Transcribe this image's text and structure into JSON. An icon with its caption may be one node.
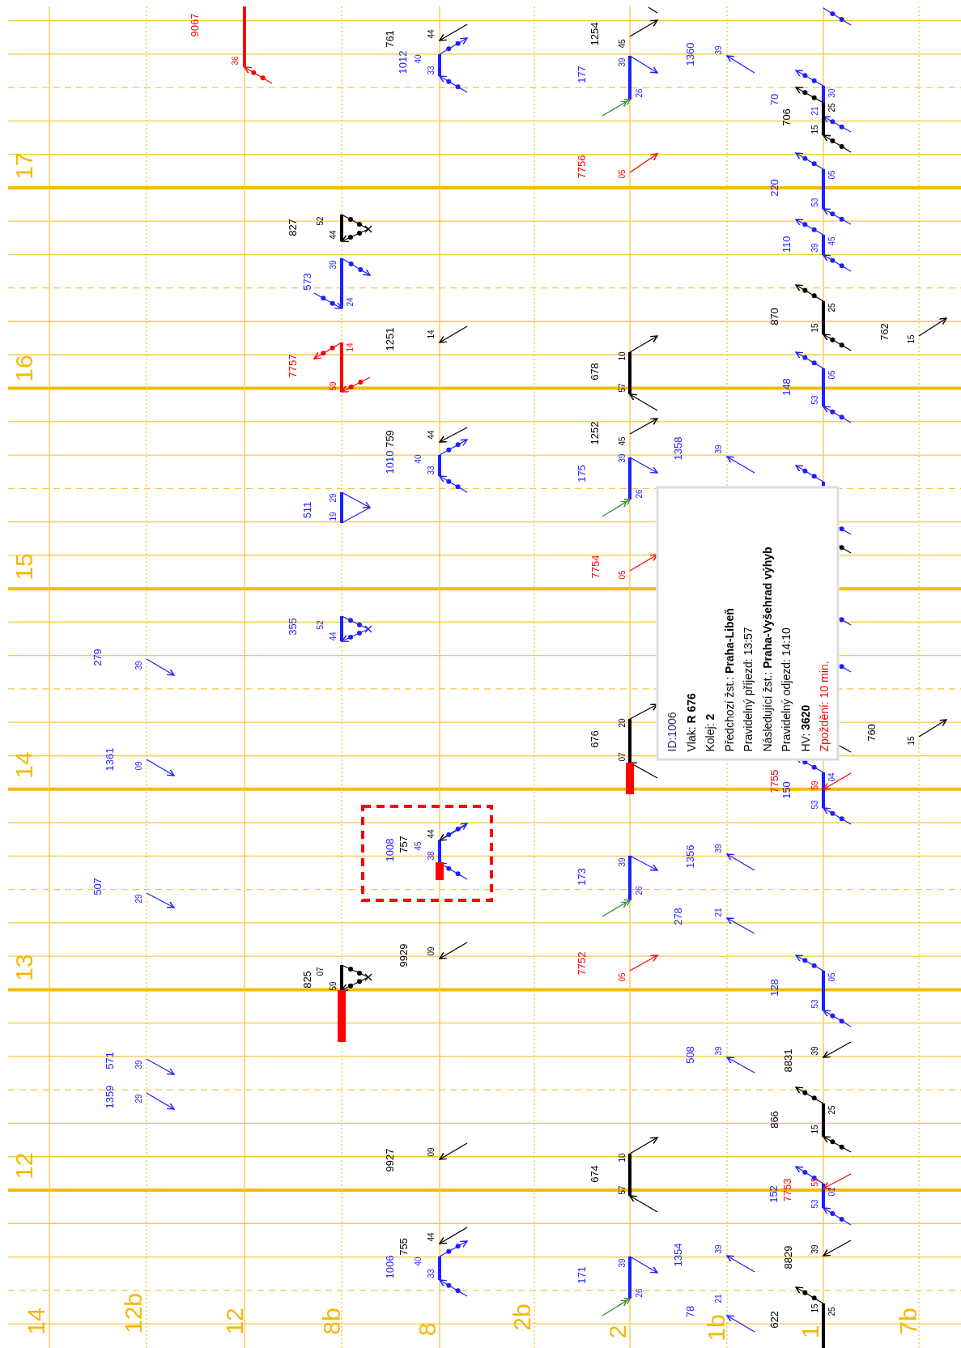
{
  "diagram": {
    "nodes": [
      {
        "text": [
          "ID:1006",
          "Vlak: **R 676**",
          "Kolej: **2**",
          "Předchozí žst.: **Praha-Libeň**",
          "Pravidelný příjezd: 13:57",
          "Následující žst.: **Praha-Vyšehrad výhyb**",
          "Pravidelný odjezd: 14:10",
          "HV: **3620**",
          "Zpoždění: 10 min."
        ]
      }
    ],
    "labels": [
      "9067",
      "36",
      "44",
      "761",
      "1012",
      "40",
      "33",
      "1254",
      "45",
      "177",
      "39",
      "26",
      "1360",
      "39",
      "70",
      "706",
      "30",
      "25",
      "21",
      "15",
      "17",
      "7756",
      "05",
      "220",
      "05",
      "53",
      "827",
      "52",
      "44",
      "110",
      "45",
      "39",
      "573",
      "39",
      "24",
      "870",
      "25",
      "15",
      "762",
      "15",
      "1251",
      "14",
      "7757",
      "14",
      "59",
      "678",
      "10",
      "57",
      "16",
      "148",
      "05",
      "53",
      "759",
      "44",
      "1010",
      "40",
      "33",
      "1252",
      "45",
      "1358",
      "39",
      "175",
      "39",
      "26",
      "511",
      "29",
      "19",
      "7754",
      "05",
      "15",
      "355",
      "52",
      "44",
      "279",
      "39",
      "676",
      "20",
      "07",
      "760",
      "15",
      "1361",
      "09",
      "14",
      "7755",
      "150",
      "04",
      "59",
      "53",
      "757",
      "1008",
      "44",
      "45",
      "38",
      "1356",
      "39",
      "173",
      "39",
      "26",
      "507",
      "29",
      "278",
      "21",
      "9929",
      "09",
      "7752",
      "05",
      "13",
      "825",
      "07",
      "59",
      "128",
      "05",
      "53",
      "508",
      "39",
      "8831",
      "39",
      "571",
      "39",
      "1359",
      "29",
      "866",
      "25",
      "15",
      "9927",
      "09",
      "674",
      "10",
      "57",
      "12",
      "152",
      "7753",
      "59",
      "01",
      "53",
      "755",
      "44",
      "1006",
      "40",
      "33",
      "8829",
      "39",
      "1354",
      "39",
      "171",
      "39",
      "26",
      "78",
      "21",
      "622",
      "15",
      "25",
      "14",
      "12b",
      "12",
      "8b",
      "8",
      "2b",
      "2",
      "1b",
      "1",
      "7b"
    ]
  }
}
